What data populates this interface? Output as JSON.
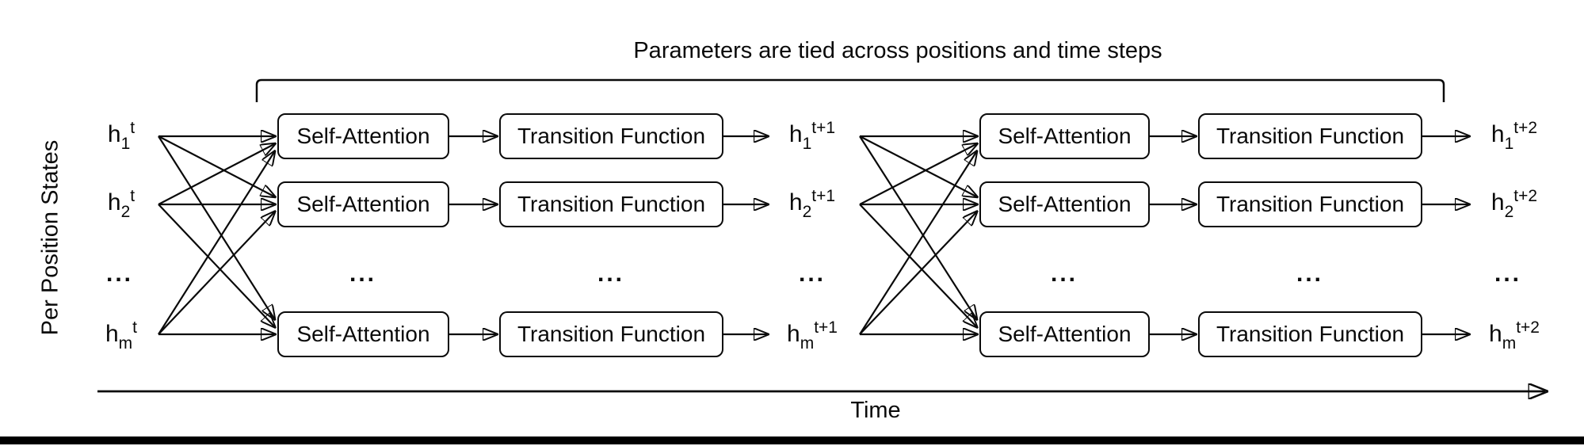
{
  "title": "Parameters are tied across positions and time steps",
  "side_label": "Per Position States",
  "time_label": "Time",
  "ellipsis": "...",
  "boxes": {
    "self_attention": "Self-Attention",
    "transition_function": "Transition Function"
  },
  "states": {
    "base": "h",
    "rows": [
      "1",
      "2",
      "m"
    ],
    "times": [
      "t",
      "t+1",
      "t+2"
    ]
  },
  "colors": {
    "line": "#000000",
    "background": "#ffffff",
    "bottom_bar": "#000000"
  }
}
